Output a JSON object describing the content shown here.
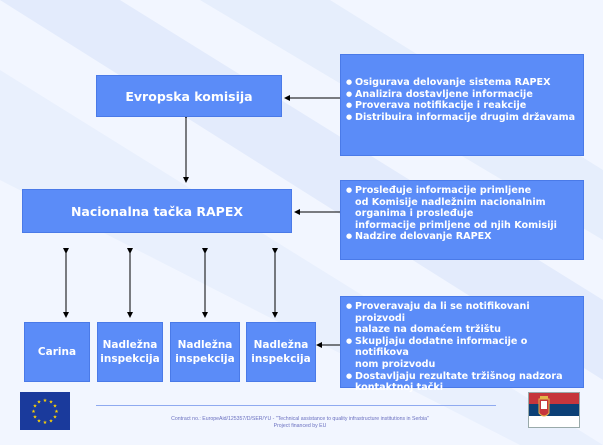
{
  "boxes": {
    "ec": "Evropska komisija",
    "national": "Nacionalna tačka RAPEX",
    "carina": "Carina",
    "insp1": "Nadležna\ninspekcija",
    "insp2": "Nadležna\ninspekcija",
    "insp3": "Nadležna\ninspekcija"
  },
  "bullets_ec": [
    "Osigurava delovanje sistema RAPEX",
    "Analizira dostavljene informacije",
    "Proverava notifikacije i reakcije",
    "Distribuira informacije drugim državama"
  ],
  "bullets_national": [
    "Prosleđuje informacije primljene\nod Komisije nadležnim  nacionalnim\norganima i prosleđuje\ninformacije primljene od njih Komisiji",
    "Nadzire delovanje RAPEX"
  ],
  "bullets_insp": [
    "Proveravaju da li se notifikovani proizvodi\nnalaze na domaćem tržištu",
    "Skupljaju dodatne informacije o notifikova\nnom proizvodu",
    "Dostavljaju rezultate tržišnog nadzora\nkontaktnoj tački"
  ],
  "footer": {
    "line1": "Contract no.: EuropeAid/125357/D/SER/YU - \"Technical assistance to quality infrastructure institutions in Serbia\"",
    "line2": "Project financed by EU"
  },
  "colors": {
    "box": "#5b8cf8",
    "text": "#ffffff",
    "footer_text": "#6a70c0",
    "stripe": "#dfe8fb"
  },
  "icons": {
    "left_logo": "eu-flag",
    "right_logo": "serbia-flag"
  }
}
